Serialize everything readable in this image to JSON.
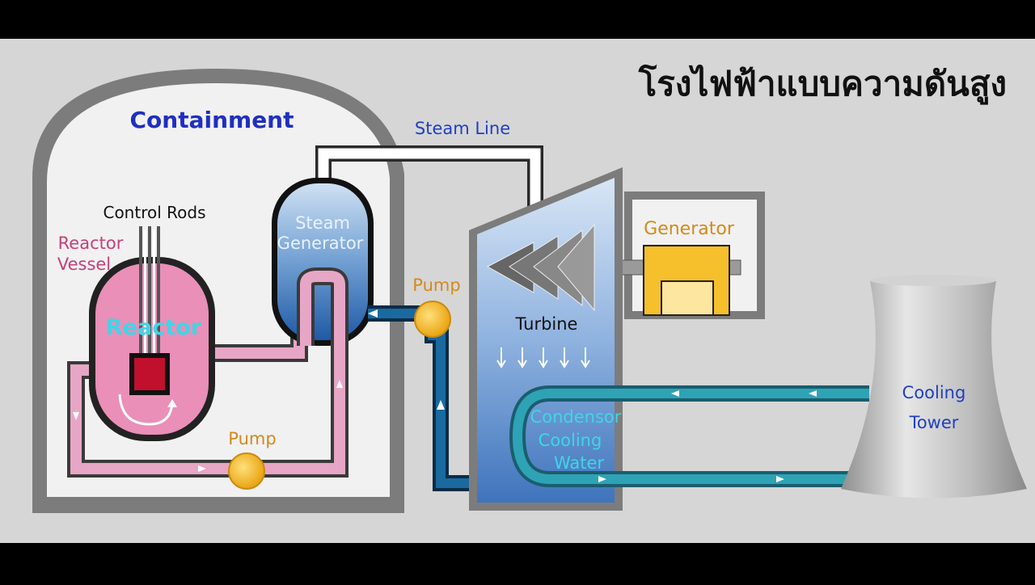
{
  "title": "โรงไฟฟ้าแบบความดันสูง",
  "labels": {
    "containment": "Containment",
    "steam_line": "Steam Line",
    "control_rods": "Control Rods",
    "reactor_vessel_1": "Reactor",
    "reactor_vessel_2": "Vessel",
    "reactor": "Reactor",
    "steam_generator_1": "Steam",
    "steam_generator_2": "Generator",
    "pump_top": "Pump",
    "pump_bottom": "Pump",
    "turbine": "Turbine",
    "generator": "Generator",
    "condenser_1": "Condensor",
    "condenser_2": "Cooling",
    "condenser_3": "Water",
    "cooling_tower_1": "Cooling",
    "cooling_tower_2": "Tower"
  },
  "colors": {
    "background": "#d6d6d6",
    "containment_wall": "#7a7a7a",
    "containment_inside": "#efefef",
    "primary_loop": "#e7a6c5",
    "reactor_vessel": "#e98fb8",
    "steam_generator": "#5a8cc4",
    "secondary_loop": "#15517f",
    "steam_line": "#ffffff",
    "pump": "#f5b829",
    "turbine": "#7ca5d6",
    "generator": "#f6c02c",
    "cooling_water": "#2ea3b5",
    "cooling_tower": "#b8b8b8",
    "title_text": "#111111",
    "containment_text": "#1f2fbf",
    "blue_label": "#2040c0",
    "pink_label": "#c4407a",
    "orange_label": "#d28a1a",
    "cyan_label": "#3ed6e6"
  }
}
